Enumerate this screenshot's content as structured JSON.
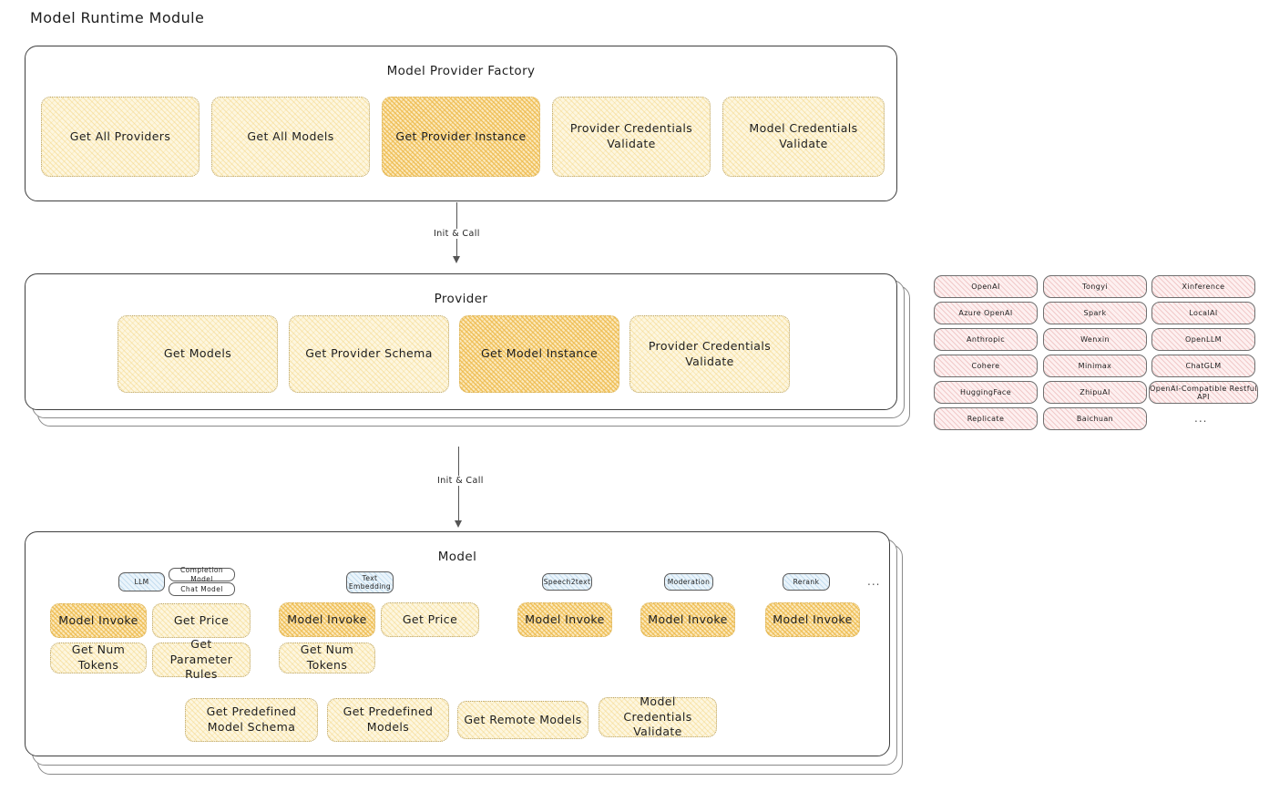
{
  "title": "Model Runtime Module",
  "sections": {
    "factory": {
      "title": "Model Provider Factory",
      "nodes": [
        {
          "label": "Get All Providers",
          "highlighted": false
        },
        {
          "label": "Get All Models",
          "highlighted": false
        },
        {
          "label": "Get Provider Instance",
          "highlighted": true
        },
        {
          "label": "Provider Credentials Validate",
          "highlighted": false
        },
        {
          "label": "Model Credentials Validate",
          "highlighted": false
        }
      ]
    },
    "provider": {
      "title": "Provider",
      "nodes": [
        {
          "label": "Get Models",
          "highlighted": false
        },
        {
          "label": "Get Provider Schema",
          "highlighted": false
        },
        {
          "label": "Get Model Instance",
          "highlighted": true
        },
        {
          "label": "Provider Credentials Validate",
          "highlighted": false
        }
      ]
    },
    "model": {
      "title": "Model",
      "type_groups": [
        {
          "badge": "LLM",
          "sub_badges": [
            "Completion Model",
            "Chat Model"
          ],
          "nodes": [
            {
              "label": "Model Invoke",
              "highlighted": true
            },
            {
              "label": "Get Price",
              "highlighted": false
            },
            {
              "label": "Get Num Tokens",
              "highlighted": false
            },
            {
              "label": "Get Parameter Rules",
              "highlighted": false
            }
          ]
        },
        {
          "badge": "Text Embedding",
          "sub_badges": [],
          "nodes": [
            {
              "label": "Model Invoke",
              "highlighted": true
            },
            {
              "label": "Get Price",
              "highlighted": false
            },
            {
              "label": "Get Num Tokens",
              "highlighted": false
            }
          ]
        },
        {
          "badge": "Speech2text",
          "sub_badges": [],
          "nodes": [
            {
              "label": "Model Invoke",
              "highlighted": true
            }
          ]
        },
        {
          "badge": "Moderation",
          "sub_badges": [],
          "nodes": [
            {
              "label": "Model Invoke",
              "highlighted": true
            }
          ]
        },
        {
          "badge": "Rerank",
          "sub_badges": [],
          "nodes": [
            {
              "label": "Model Invoke",
              "highlighted": true
            }
          ]
        }
      ],
      "more_types": "...",
      "common_nodes": [
        {
          "label": "Get Predefined Model Schema",
          "highlighted": false
        },
        {
          "label": "Get Predefined Models",
          "highlighted": false
        },
        {
          "label": "Get Remote Models",
          "highlighted": false
        },
        {
          "label": "Model Credentials Validate",
          "highlighted": false
        }
      ]
    }
  },
  "arrows": [
    {
      "label": "Init & Call"
    },
    {
      "label": "Init & Call"
    }
  ],
  "provider_list": {
    "columns": [
      [
        "OpenAI",
        "Azure OpenAI",
        "Anthropic",
        "Cohere",
        "HuggingFace",
        "Replicate"
      ],
      [
        "Tongyi",
        "Spark",
        "Wenxin",
        "Minimax",
        "ZhipuAI",
        "Baichuan"
      ],
      [
        "Xinference",
        "LocalAI",
        "OpenLLM",
        "ChatGLM",
        "OpenAI-Compatible Restful API"
      ]
    ],
    "more": "..."
  },
  "colors": {
    "node_fill": "#fdf6df",
    "node_highlight_fill": "#fbe9bd",
    "chip_fill": "#fdf0f0",
    "badge_fill": "#eaf4fb",
    "stroke": "#1e1e1e"
  }
}
